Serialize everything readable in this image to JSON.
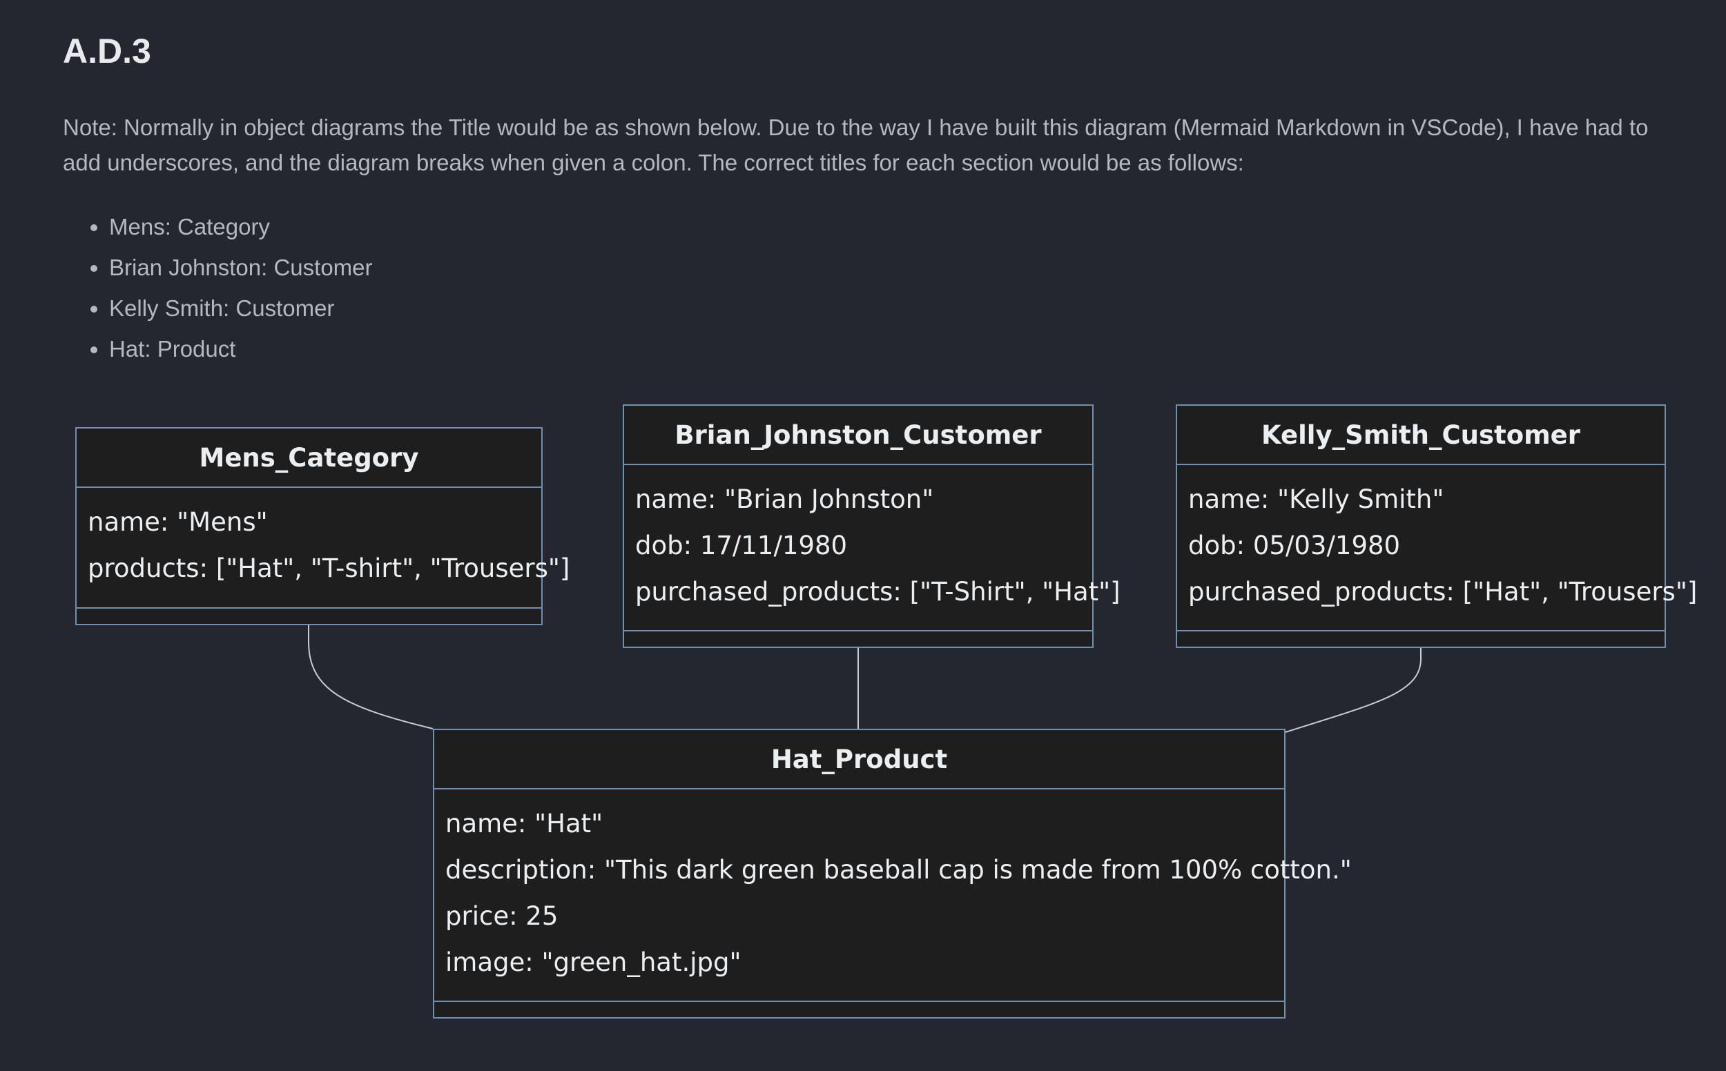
{
  "page": {
    "title": "A.D.3",
    "note": "Note: Normally in object diagrams the Title would be as shown below. Due to the way I have built this diagram (Mermaid Markdown in VSCode), I have had to add underscores, and the diagram breaks when given a colon. The correct titles for each section would be as follows:",
    "correct_titles": [
      "Mens: Category",
      "Brian Johnston: Customer",
      "Kelly Smith: Customer",
      "Hat: Product"
    ]
  },
  "diagram": {
    "objects": [
      {
        "title": "Mens_Category",
        "attributes": [
          "name: \"Mens\"",
          "products: [\"Hat\", \"T-shirt\", \"Trousers\"]"
        ]
      },
      {
        "title": "Brian_Johnston_Customer",
        "attributes": [
          "name: \"Brian Johnston\"",
          "dob: 17/11/1980",
          "purchased_products: [\"T-Shirt\", \"Hat\"]"
        ]
      },
      {
        "title": "Kelly_Smith_Customer",
        "attributes": [
          "name: \"Kelly Smith\"",
          "dob: 05/03/1980",
          "purchased_products: [\"Hat\", \"Trousers\"]"
        ]
      },
      {
        "title": "Hat_Product",
        "attributes": [
          "name: \"Hat\"",
          "description: \"This dark green baseball cap is made from 100% cotton.\"",
          "price: 25",
          "image: \"green_hat.jpg\""
        ]
      }
    ],
    "links": [
      {
        "from": "Mens_Category",
        "to": "Hat_Product"
      },
      {
        "from": "Brian_Johnston_Customer",
        "to": "Hat_Product"
      },
      {
        "from": "Kelly_Smith_Customer",
        "to": "Hat_Product"
      }
    ],
    "colors": {
      "background": "#24272f",
      "box_fill": "#1e1e1f",
      "box_border": "#6f8fb3",
      "connector": "#c9ccd2"
    }
  }
}
